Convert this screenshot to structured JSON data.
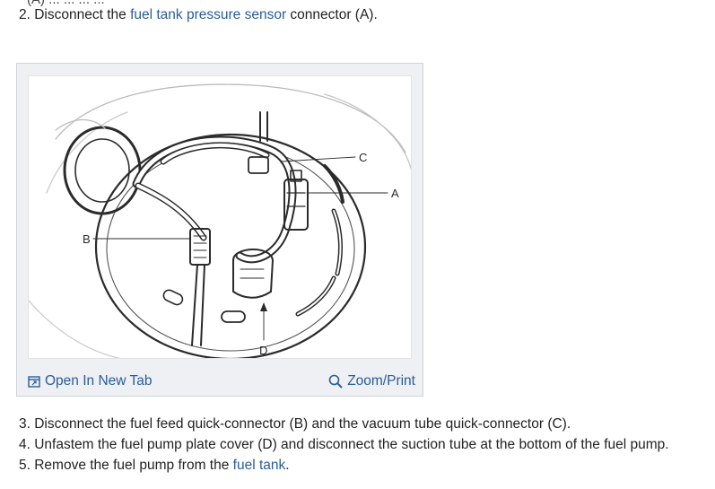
{
  "steps": {
    "cut_line": "(A) ... ... ... ...",
    "step2": {
      "prefix": "2. Disconnect the ",
      "link": "fuel tank pressure sensor",
      "suffix": " connector (A)."
    },
    "step3": "3. Disconnect the fuel feed quick-connector (B) and the vacuum tube quick-connector (C).",
    "step4": "4. Unfastem the fuel pump plate cover (D) and disconnect the suction tube at the bottom of the fuel pump.",
    "step5": {
      "prefix": "5. Remove the fuel pump from the ",
      "link": "fuel tank",
      "suffix": "."
    }
  },
  "figure": {
    "labels": {
      "a": "A",
      "b": "B",
      "c": "C",
      "d": "D"
    },
    "open_tab_label": "Open In New Tab",
    "zoom_label": "Zoom/Print",
    "icons": {
      "open_tab": "open-new-tab-icon",
      "zoom": "magnifier-icon"
    }
  },
  "colors": {
    "link": "#2a5d9a",
    "text": "#222222",
    "figure_bg": "#eef0f3"
  }
}
